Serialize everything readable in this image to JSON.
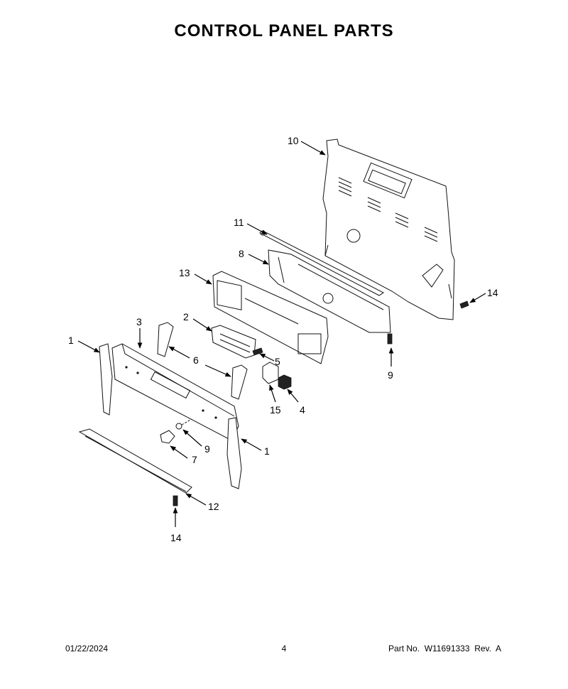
{
  "title": "CONTROL PANEL PARTS",
  "callouts": [
    {
      "id": "c10",
      "text": "10"
    },
    {
      "id": "c11",
      "text": "11"
    },
    {
      "id": "c8",
      "text": "8"
    },
    {
      "id": "c13",
      "text": "13"
    },
    {
      "id": "c14a",
      "text": "14"
    },
    {
      "id": "c2",
      "text": "2"
    },
    {
      "id": "c3",
      "text": "3"
    },
    {
      "id": "c1a",
      "text": "1"
    },
    {
      "id": "c6",
      "text": "6"
    },
    {
      "id": "c5",
      "text": "5"
    },
    {
      "id": "c9a",
      "text": "9"
    },
    {
      "id": "c15",
      "text": "15"
    },
    {
      "id": "c4",
      "text": "4"
    },
    {
      "id": "c9b",
      "text": "9"
    },
    {
      "id": "c1b",
      "text": "1"
    },
    {
      "id": "c7",
      "text": "7"
    },
    {
      "id": "c12",
      "text": "12"
    },
    {
      "id": "c14b",
      "text": "14"
    }
  ],
  "footer": {
    "date": "01/22/2024",
    "page": "4",
    "part": "Part No.  W11691333  Rev.  A"
  }
}
